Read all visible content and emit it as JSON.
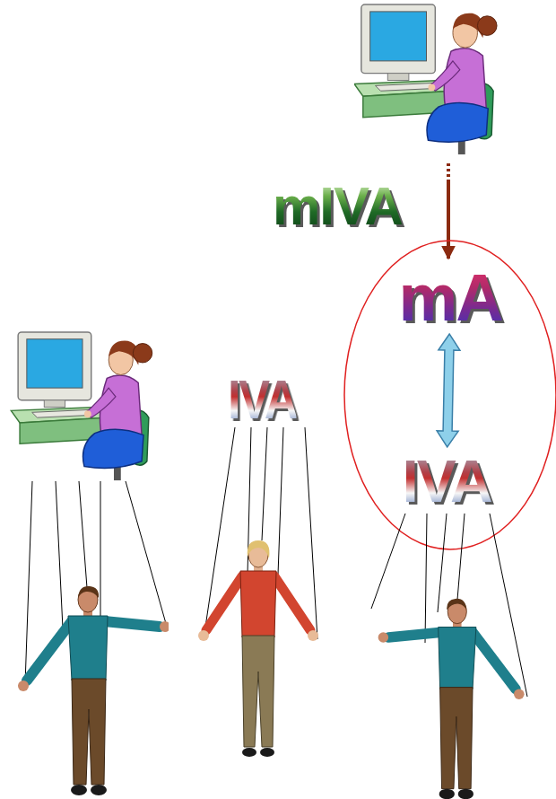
{
  "diagram": {
    "nodes": [
      {
        "text": [
          "mA"
        ]
      },
      {
        "text": [
          "IVA"
        ]
      }
    ],
    "edges": [
      {
        "from": 0,
        "to": 1,
        "arrow": "both"
      }
    ],
    "labels": [
      "mIVA",
      "IVA"
    ]
  }
}
